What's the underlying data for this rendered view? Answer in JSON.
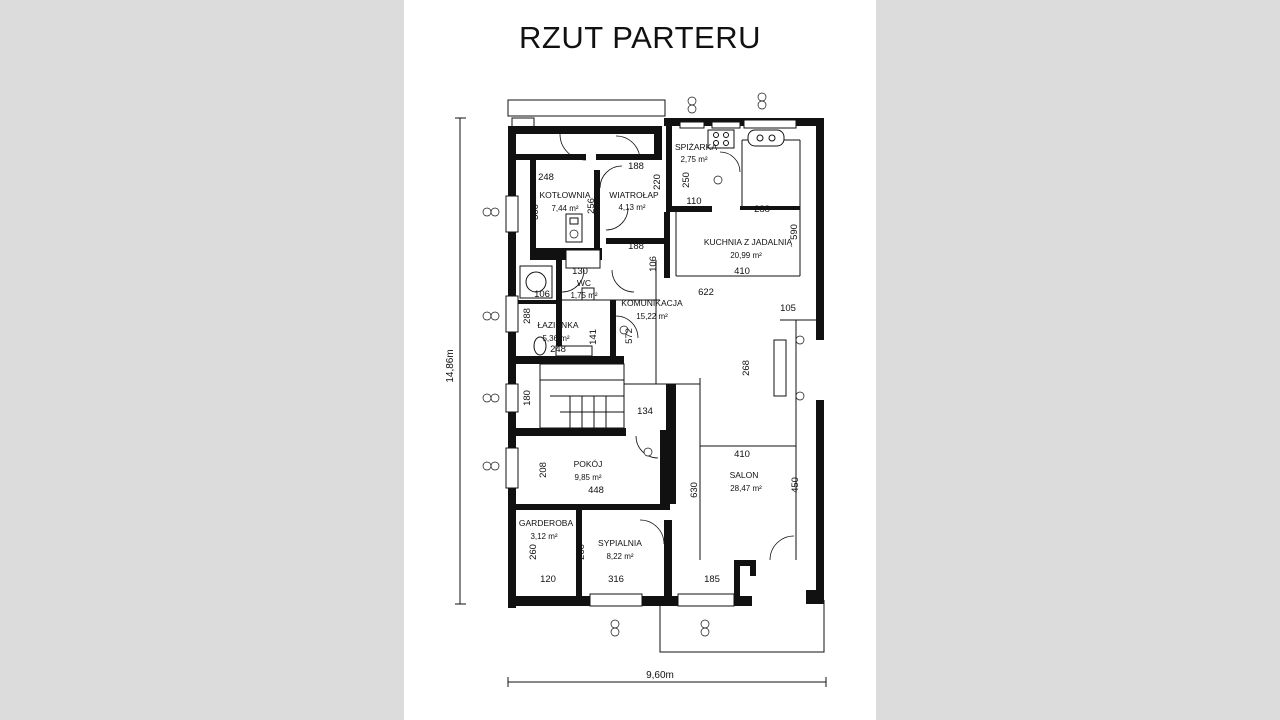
{
  "title": "RZUT PARTERU",
  "rooms": [
    {
      "name": "KOTŁOWNIA",
      "area": "7,44 m²"
    },
    {
      "name": "SPIŻARKA",
      "area": "2,75 m²"
    },
    {
      "name": "WIATROŁAP",
      "area": "4,13 m²"
    },
    {
      "name": "KUCHNIA Z JADALNIĄ",
      "area": "20,99 m²"
    },
    {
      "name": "WC",
      "area": "1,75 m²"
    },
    {
      "name": "KOMUNIKACJA",
      "area": "15,22 m²"
    },
    {
      "name": "ŁAZIENKA",
      "area": "5,36 m²"
    },
    {
      "name": "POKÓJ",
      "area": "9,85 m²"
    },
    {
      "name": "SALON",
      "area": "28,47 m²"
    },
    {
      "name": "GARDEROBA",
      "area": "3,12 m²"
    },
    {
      "name": "SYPIALNIA",
      "area": "8,22 m²"
    }
  ],
  "dimensions": {
    "overall_width": "9,60m",
    "overall_height": "14,86m",
    "d248a": "248",
    "d188a": "188",
    "d250": "250",
    "d110": "110",
    "d288a": "288",
    "d220": "220",
    "d300": "300",
    "d256": "256",
    "d590": "590",
    "d188b": "188",
    "d106a": "106",
    "d410a": "410",
    "d130": "130",
    "d106b": "106",
    "d622": "622",
    "d105": "105",
    "d288b": "288",
    "d141": "141",
    "d572": "572",
    "d248b": "248",
    "d268": "268",
    "d180": "180",
    "d134": "134",
    "d410b": "410",
    "d208": "208",
    "d448": "448",
    "d630": "630",
    "d450": "450",
    "d260a": "260",
    "d260b": "260",
    "d120": "120",
    "d316": "316",
    "d185": "185"
  },
  "colors": {
    "wall": "#111111",
    "sheet": "#ffffff",
    "background": "#dcdcdc"
  }
}
